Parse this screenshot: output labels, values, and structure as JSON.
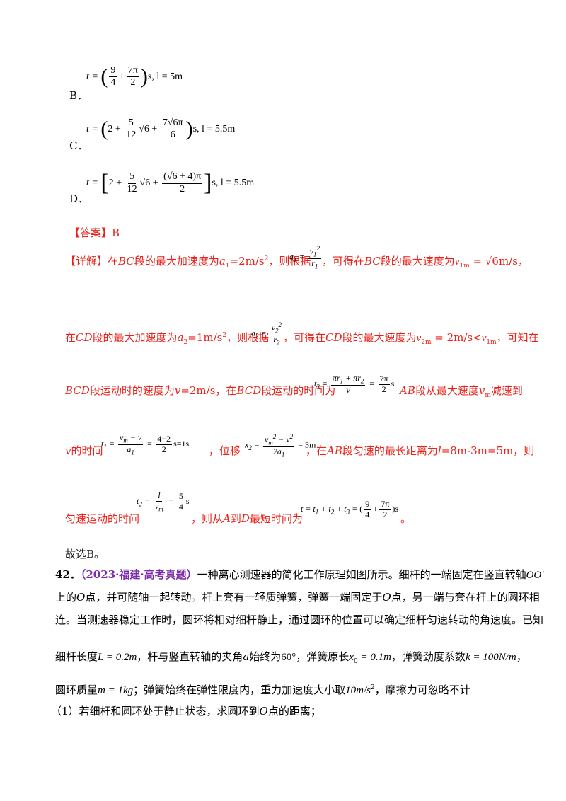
{
  "options": {
    "b_label": "B．",
    "c_label": "C．",
    "d_label": "D．",
    "b_tail": "s, l = 5m",
    "c_tail": "s, l = 5.5m",
    "d_tail": "s, l = 5.5m"
  },
  "answer": {
    "tag": "【答案】",
    "value": "B"
  },
  "detail": {
    "tag": "【详解】",
    "l1_a": "在",
    "l1_b": "BC",
    "l1_c": "段的最大加速度为",
    "l1_d": "a",
    "l1_e": "1",
    "l1_f": "=2m/s",
    "l1_g": "2",
    "l1_h": "，则根据",
    "l1_i": "，可得在",
    "l1_j": "BC",
    "l1_k": "段的最大速度为",
    "l1_l": "v",
    "l1_m": "1m",
    "l1_n": " = √6m/s，",
    "l2_a": "在",
    "l2_b": "CD",
    "l2_c": "段的最大加速度为",
    "l2_d": "a",
    "l2_e": "2",
    "l2_f": "=1m/s",
    "l2_g": "2",
    "l2_h": "，则根据",
    "l2_i": "，可得在",
    "l2_j": "CD",
    "l2_k": "段的最大速度为",
    "l2_l": "v",
    "l2_m": "2m",
    "l2_n": " = 2m/s<",
    "l2_o": "v",
    "l2_p": "1m",
    "l2_q": "，可知在",
    "l3_a": "BCD",
    "l3_b": "段运动时的速度为",
    "l3_c": "v",
    "l3_d": "=2m/s，在",
    "l3_e": "BCD",
    "l3_f": "段运动的时间为",
    "l3_g": "s",
    "l3_h": "AB",
    "l3_i": "段从最大速度",
    "l3_j": "v",
    "l3_k": "m",
    "l3_l": "减速到",
    "l4_a": "v",
    "l4_b": "的时间",
    "l4_c": "，位移",
    "l4_d": "，在",
    "l4_e": "AB",
    "l4_f": "段匀速的最长距离为",
    "l4_g": "l",
    "l4_h": "=8m-3m=5m，则",
    "l5_a": "匀速运动的时间",
    "l5_b": "，则从",
    "l5_c": "A",
    "l5_d": "到",
    "l5_e": "D",
    "l5_f": "最短时间为",
    "l5_g": "。"
  },
  "conclusion": "故选B。",
  "q42": {
    "number": "42．",
    "source": "（2023·福建·高考真题）",
    "l1": "一种离心测速器的简化工作原理如图所示。细杆的一端固定在竖直转轴",
    "l1_axis": "OO′",
    "l2_a": "上的",
    "l2_b": "O",
    "l2_c": "点，并可随轴一起转动。杆上套有一轻质弹簧，弹簧一端固定于",
    "l2_d": "O",
    "l2_e": "点，另一端与套在杆上的圆环相",
    "l3": "连。当测速器稳定工作时，圆环将相对细杆静止，通过圆环的位置可以确定细杆匀速转动的角速度。已知",
    "l4_a": "细杆长度",
    "l4_b": "L = 0.2m",
    "l4_c": "，杆与竖直转轴的夹角",
    "l4_d": "a",
    "l4_e": "始终为",
    "l4_f": "60°",
    "l4_g": "，弹簧原长",
    "l4_h": "x",
    "l4_i": "0",
    "l4_j": " = 0.1m",
    "l4_k": "，弹簧劲度系数",
    "l4_l": "k = 100N/m",
    "l4_m": "，",
    "l5_a": "圆环质量",
    "l5_b": "m = 1kg",
    "l5_c": "；弹簧始终在弹性限度内，重力加速度大小取",
    "l5_d": "10m/s",
    "l5_e": "2",
    "l5_f": "，摩擦力可忽略不计",
    "l6_a": "（1）若细杆和圆环处于静止状态，求圆环到",
    "l6_b": "O",
    "l6_c": "点的距离；"
  }
}
